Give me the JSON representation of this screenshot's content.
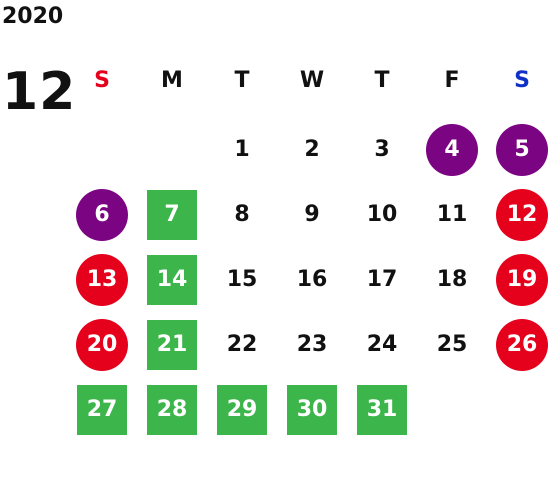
{
  "header": {
    "year": "2020",
    "month": "12"
  },
  "weekdays": [
    {
      "label": "S",
      "color": "#e5001c"
    },
    {
      "label": "M",
      "color": "#111111"
    },
    {
      "label": "T",
      "color": "#111111"
    },
    {
      "label": "W",
      "color": "#111111"
    },
    {
      "label": "T",
      "color": "#111111"
    },
    {
      "label": "F",
      "color": "#111111"
    },
    {
      "label": "S",
      "color": "#1030c8"
    }
  ],
  "colors": {
    "purple": "#7b0482",
    "red": "#e5001c",
    "green": "#3cb54a"
  },
  "weeks": [
    [
      null,
      null,
      {
        "day": "1"
      },
      {
        "day": "2"
      },
      {
        "day": "3"
      },
      {
        "day": "4",
        "style": "circle",
        "color": "purple"
      },
      {
        "day": "5",
        "style": "circle",
        "color": "purple"
      }
    ],
    [
      {
        "day": "6",
        "style": "circle",
        "color": "purple"
      },
      {
        "day": "7",
        "style": "square",
        "color": "green"
      },
      {
        "day": "8"
      },
      {
        "day": "9"
      },
      {
        "day": "10"
      },
      {
        "day": "11"
      },
      {
        "day": "12",
        "style": "circle",
        "color": "red"
      }
    ],
    [
      {
        "day": "13",
        "style": "circle",
        "color": "red"
      },
      {
        "day": "14",
        "style": "square",
        "color": "green"
      },
      {
        "day": "15"
      },
      {
        "day": "16"
      },
      {
        "day": "17"
      },
      {
        "day": "18"
      },
      {
        "day": "19",
        "style": "circle",
        "color": "red"
      }
    ],
    [
      {
        "day": "20",
        "style": "circle",
        "color": "red"
      },
      {
        "day": "21",
        "style": "square",
        "color": "green"
      },
      {
        "day": "22"
      },
      {
        "day": "23"
      },
      {
        "day": "24"
      },
      {
        "day": "25"
      },
      {
        "day": "26",
        "style": "circle",
        "color": "red"
      }
    ],
    [
      {
        "day": "27",
        "style": "square",
        "color": "green"
      },
      {
        "day": "28",
        "style": "square",
        "color": "green"
      },
      {
        "day": "29",
        "style": "square",
        "color": "green"
      },
      {
        "day": "30",
        "style": "square",
        "color": "green"
      },
      {
        "day": "31",
        "style": "square",
        "color": "green"
      },
      null,
      null
    ]
  ]
}
